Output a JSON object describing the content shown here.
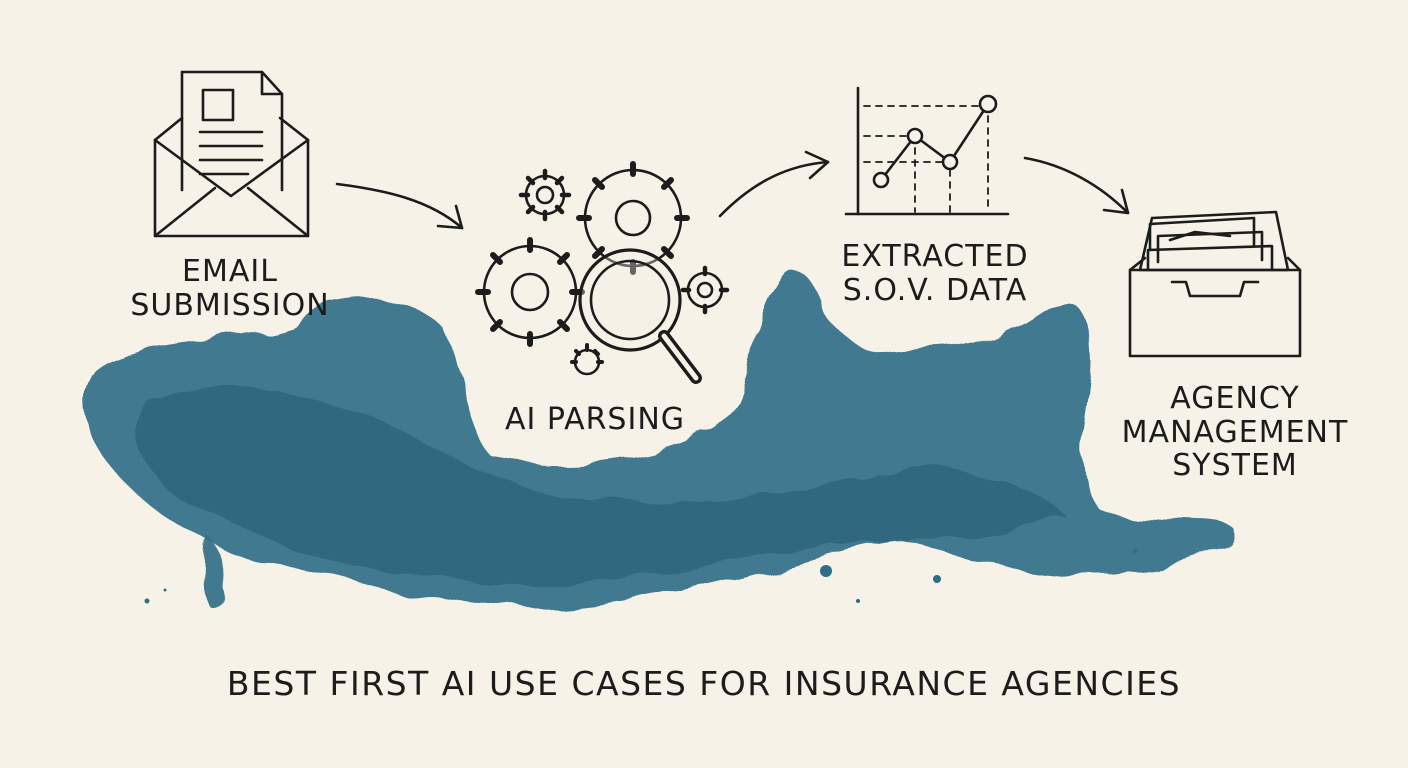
{
  "colors": {
    "background": "#f6f2e7",
    "ink": "#1c1c1c",
    "watercolor": "#2e6d86"
  },
  "steps": [
    {
      "icon": "envelope-document-icon",
      "label_lines": [
        "EMAIL",
        "SUBMISSION"
      ]
    },
    {
      "icon": "gears-magnifier-icon",
      "label_lines": [
        "AI PARSING"
      ]
    },
    {
      "icon": "line-chart-icon",
      "label_lines": [
        "EXTRACTED",
        "S.O.V. DATA"
      ]
    },
    {
      "icon": "file-drawer-icon",
      "label_lines": [
        "AGENCY",
        "MANAGEMENT",
        "SYSTEM"
      ]
    }
  ],
  "caption": "BEST FIRST AI USE CASES FOR INSURANCE AGENCIES"
}
